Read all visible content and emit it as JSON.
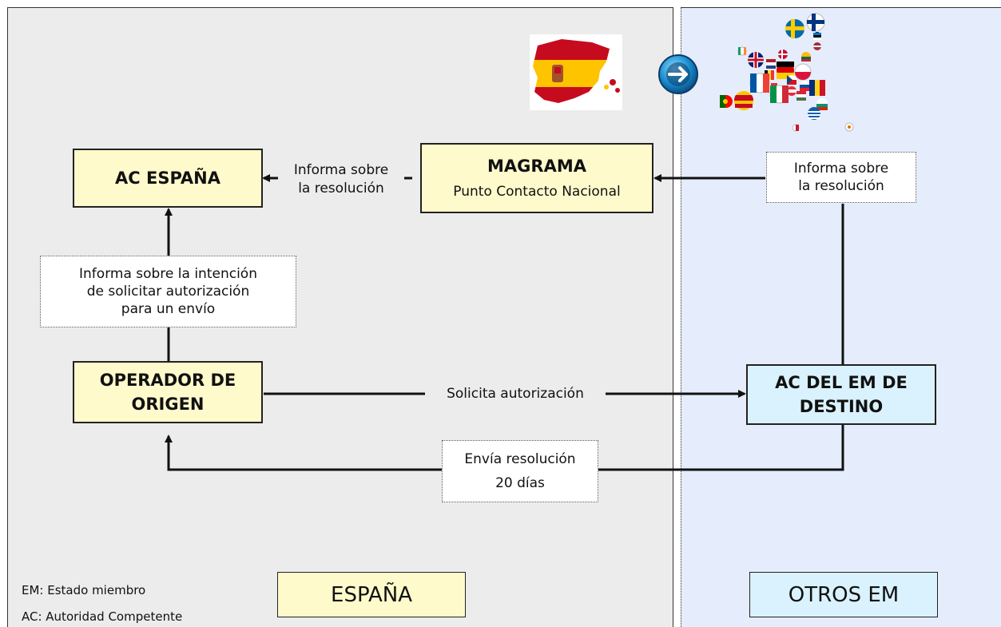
{
  "boxes": {
    "ac_espana": "AC ESPAÑA",
    "magrama_title": "MAGRAMA",
    "magrama_sub": "Punto Contacto Nacional",
    "operador_line1": "OPERADOR DE",
    "operador_line2": "ORIGEN",
    "ac_destino_line1": "AC DEL EM DE",
    "ac_destino_line2": "DESTINO"
  },
  "labels": {
    "informa_left_1": "Informa sobre",
    "informa_left_2": "la  resolución",
    "informa_right_1": "Informa sobre",
    "informa_right_2": "la resolución",
    "intencion_1": "Informa sobre la intención",
    "intencion_2": "de solicitar autorización",
    "intencion_3": "para un envío",
    "solicita": "Solicita autorización",
    "envia_1": "Envía resolución",
    "envia_2": "20 días"
  },
  "legend": {
    "em": "EM: Estado miembro",
    "ac": "AC: Autoridad Competente"
  },
  "countries": {
    "espana": "ESPAÑA",
    "otros": "OTROS EM"
  },
  "colors": {
    "yellow_box": "#fffacc",
    "blue_box": "#d9f2fd",
    "left_panel": "#ececec",
    "right_panel": "#e5ecfb"
  },
  "icons": [
    "spain-map-flag-icon",
    "arrow-right-circle-icon",
    "eu-flags-cluster-icon"
  ]
}
